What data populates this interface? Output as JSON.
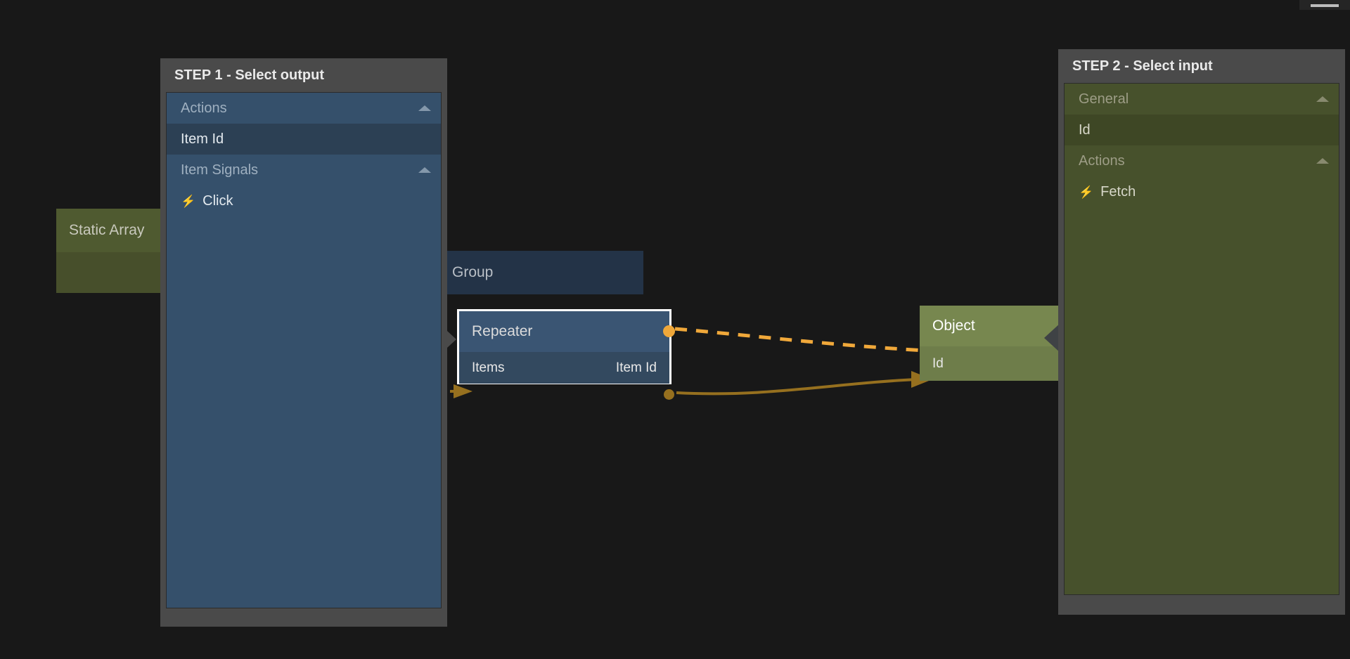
{
  "app": {
    "background_color": "#181818",
    "accent_signal_color": "#f0a83a",
    "accent_value_color": "#96701f"
  },
  "top_widget": {
    "name": "menu-handle"
  },
  "graph": {
    "nodes": [
      {
        "id": "static-array",
        "title": "Static Array",
        "kind": "data",
        "color": "#4f5a30",
        "ports": []
      },
      {
        "id": "group",
        "title": "Group",
        "kind": "container",
        "color": "#233347",
        "ports": []
      },
      {
        "id": "repeater",
        "title": "Repeater",
        "kind": "logic",
        "color": "#3a5573",
        "selected": true,
        "input_port": "Items",
        "output_port": "Item Id"
      },
      {
        "id": "object",
        "title": "Object",
        "kind": "data",
        "color": "#77874f",
        "input_port": "Id"
      }
    ],
    "edges": [
      {
        "id": "signal-edge",
        "from": "repeater.click",
        "to": "object.fetch",
        "style": "dashed",
        "color": "#f0a83a"
      },
      {
        "id": "value-edge",
        "from": "repeater.item-id",
        "to": "object.id",
        "style": "solid",
        "color": "#96701f"
      }
    ]
  },
  "panels": {
    "step1": {
      "title": "STEP 1 - Select output",
      "rows": [
        {
          "type": "group",
          "label": "Actions",
          "expanded": true
        },
        {
          "type": "leaf",
          "label": "Item Id"
        },
        {
          "type": "group",
          "label": "Item Signals",
          "expanded": true
        },
        {
          "type": "signal",
          "label": "Click",
          "icon": "bolt-icon"
        }
      ]
    },
    "step2": {
      "title": "STEP 2 - Select input",
      "rows": [
        {
          "type": "group",
          "label": "General",
          "expanded": true
        },
        {
          "type": "leaf",
          "label": "Id"
        },
        {
          "type": "group",
          "label": "Actions",
          "expanded": true
        },
        {
          "type": "signal",
          "label": "Fetch",
          "icon": "bolt-icon"
        }
      ]
    }
  }
}
